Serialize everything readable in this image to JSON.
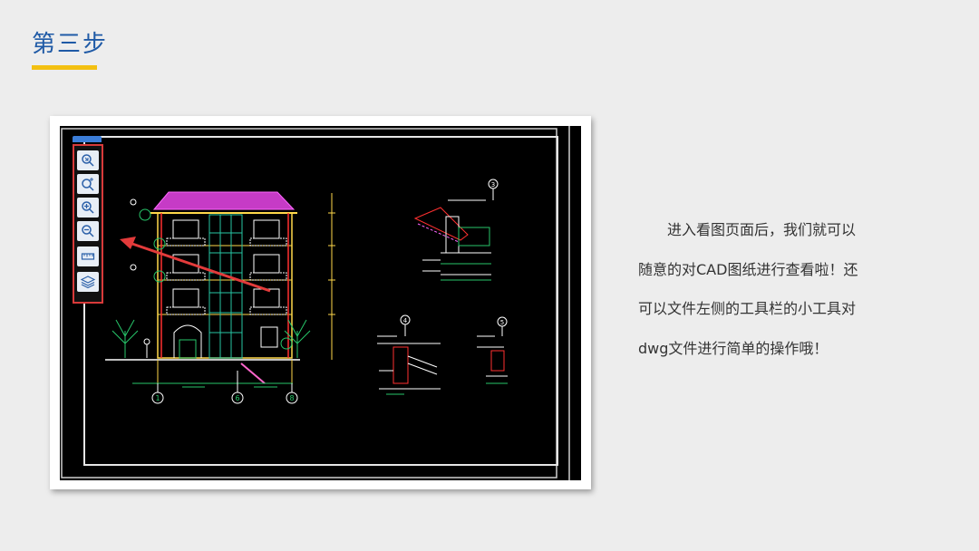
{
  "slide": {
    "title": "第三步",
    "title_color": "#1f5aa6",
    "underline_color": "#f3c012",
    "background": "#ededed"
  },
  "cad_viewer": {
    "background": "#000000",
    "toolbar_border_color": "#d83a3a",
    "toolbar_tab_color": "#3b7dd8",
    "arrow_color": "#e33b3b",
    "toolbar_icons": [
      "zoom-in-icon",
      "zoom-window-icon",
      "zoom-plus-icon",
      "zoom-minus-icon",
      "measure-icon",
      "layers-icon"
    ],
    "axis_labels": [
      "1",
      "6",
      "8"
    ],
    "detail_labels": [
      "3",
      "4",
      "5"
    ]
  },
  "description": {
    "text": "进入看图页面后，我们就可以随意的对CAD图纸进行查看啦！还可以文件左侧的工具栏的小工具对dwg文件进行简单的操作哦！"
  }
}
